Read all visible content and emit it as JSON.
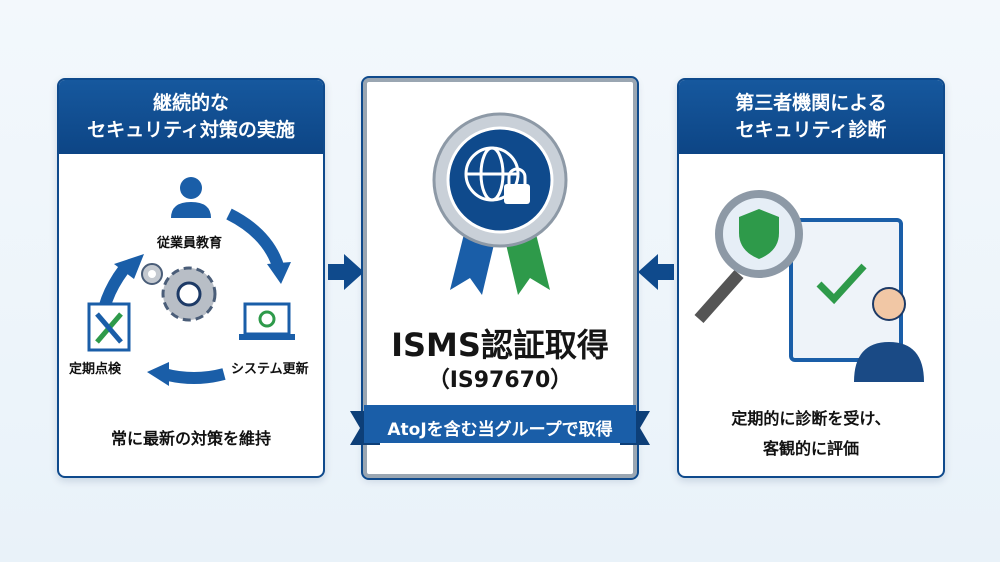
{
  "left_card": {
    "title_line1": "継続的な",
    "title_line2": "セキュリティ対策の実施",
    "cycle": [
      "従業員教育",
      "システム更新",
      "定期点検"
    ],
    "footer": "常に最新の対策を維持"
  },
  "center_card": {
    "title": "ISMS認証取得",
    "code": "（IS97670）",
    "banner": "AtoJを含む当グループで取得"
  },
  "right_card": {
    "title_line1": "第三者機関による",
    "title_line2": "セキュリティ診断",
    "footer_line1": "定期的に診断を受け、",
    "footer_line2": "客観的に評価"
  },
  "colors": {
    "primary": "#0f4a8c",
    "accent_green": "#2e9a4a",
    "background": "#eef5fa"
  }
}
